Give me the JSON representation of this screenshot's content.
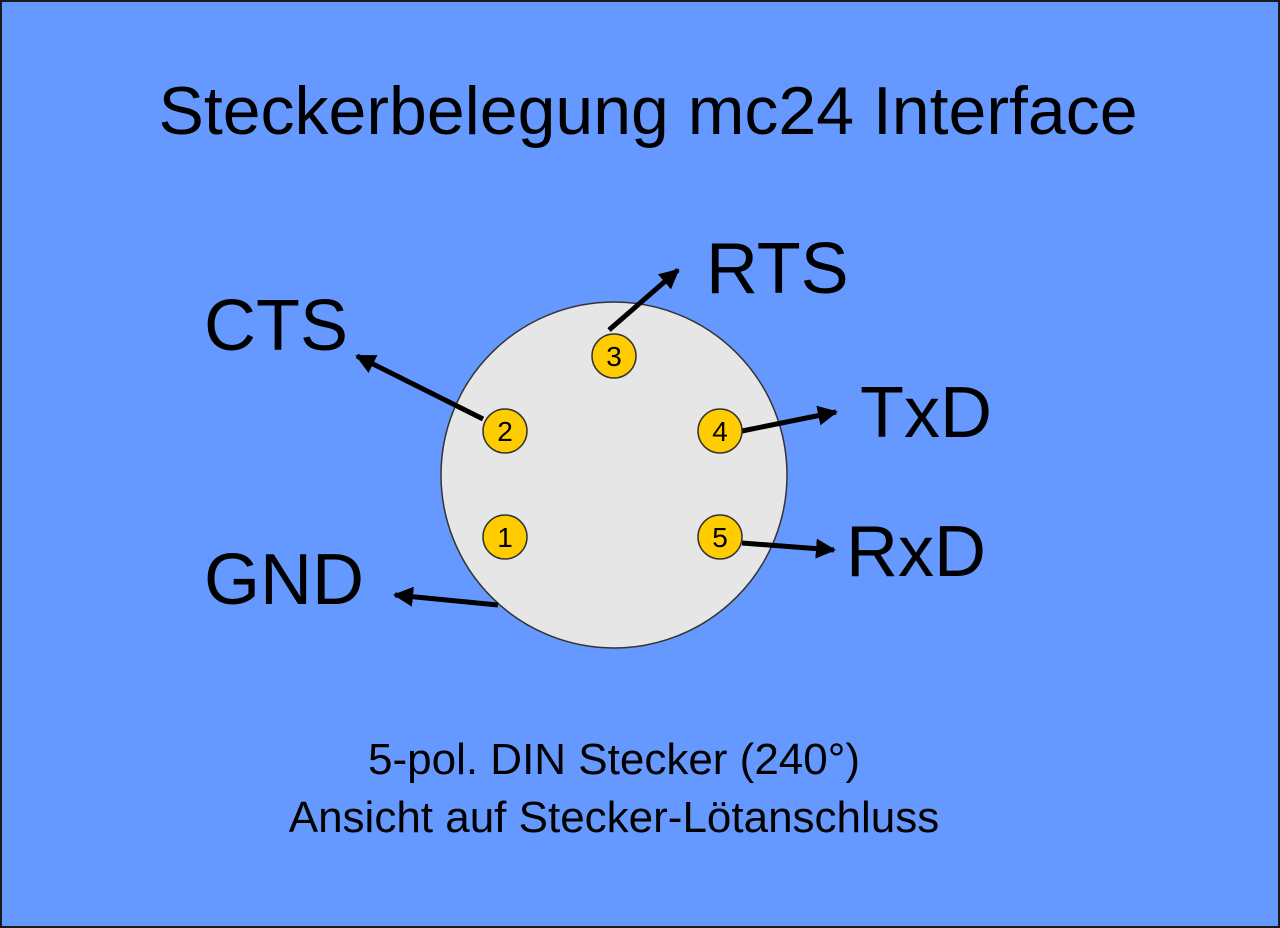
{
  "title": "Steckerbelegung mc24 Interface",
  "colors": {
    "background": "#6699ff",
    "connector_body": "#e6e6e6",
    "pin_fill": "#ffcc00",
    "arrow": "#000000"
  },
  "pins": [
    {
      "number": "1",
      "signal": ""
    },
    {
      "number": "2",
      "signal": "CTS"
    },
    {
      "number": "3",
      "signal": "RTS"
    },
    {
      "number": "4",
      "signal": "TxD"
    },
    {
      "number": "5",
      "signal": "RxD"
    }
  ],
  "shield_signal": "GND",
  "caption": {
    "line1": "5-pol. DIN Stecker (240°)",
    "line2": "Ansicht auf Stecker-Lötanschluss"
  }
}
